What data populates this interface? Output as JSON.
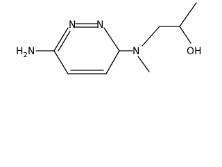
{
  "structure": {
    "labels": {
      "hydrazine": "H2N",
      "hydrazine_h_prefix": "H",
      "hydrazine_h_subscript": "2",
      "hydrazine_n": "N",
      "ring_n_left": "N",
      "ring_n_right": "N",
      "amine_n": "N",
      "hydroxyl": "OH"
    },
    "colors": {
      "bond": "#000000",
      "text": "#000000",
      "background": "#ffffff"
    }
  }
}
